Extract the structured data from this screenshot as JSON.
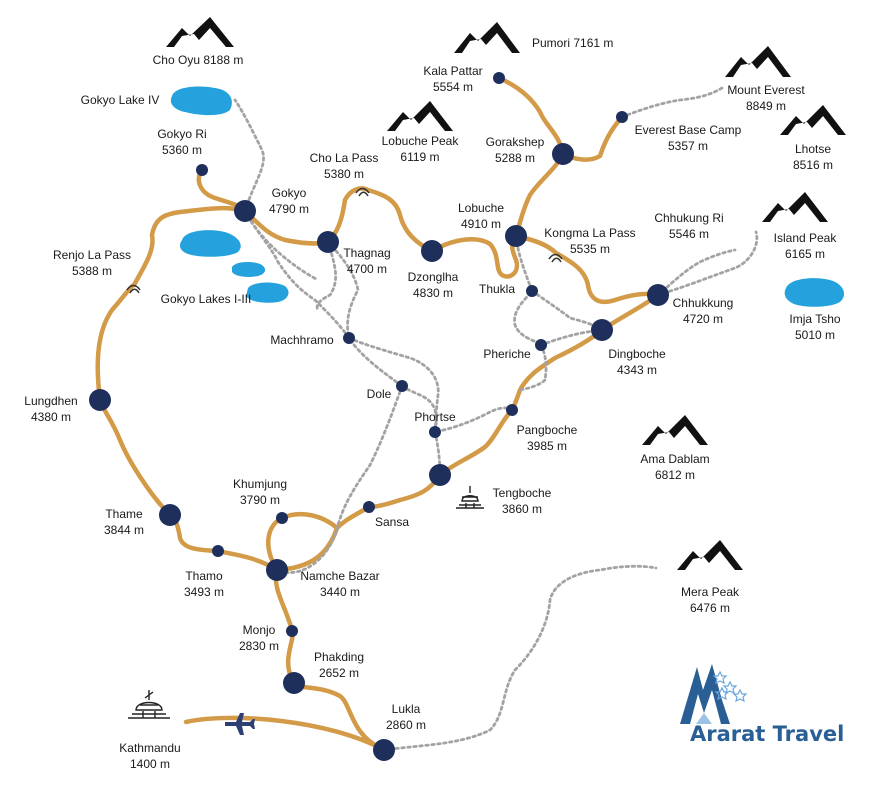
{
  "places": {
    "cho_oyu": {
      "name": "Cho Oyu 8188 m"
    },
    "pumori": {
      "name": "Pumori  7161 m"
    },
    "gokyo_lake_iv": {
      "name": "Gokyo Lake IV"
    },
    "kala_pattar": {
      "name": "Kala Pattar",
      "alt": "5554 m"
    },
    "mount_everest": {
      "name": "Mount Everest",
      "alt": "8849 m"
    },
    "lobuche_peak": {
      "name": "Lobuche Peak",
      "alt": "6119 m"
    },
    "everest_base_camp": {
      "name": "Everest Base Camp",
      "alt": "5357 m"
    },
    "gokyo_ri": {
      "name": "Gokyo Ri",
      "alt": "5360 m"
    },
    "gorakshep": {
      "name": "Gorakshep",
      "alt": "5288 m"
    },
    "lhotse": {
      "name": "Lhotse",
      "alt": "8516 m"
    },
    "cho_la_pass": {
      "name": "Cho La Pass",
      "alt": "5380 m"
    },
    "gokyo": {
      "name": "Gokyo",
      "alt": "4790 m"
    },
    "lobuche": {
      "name": "Lobuche",
      "alt": "4910 m"
    },
    "chhukung_ri": {
      "name": "Chhukung Ri",
      "alt": "5546 m"
    },
    "kongma_la_pass": {
      "name": "Kongma La Pass",
      "alt": "5535 m"
    },
    "island_peak": {
      "name": "Island Peak",
      "alt": "6165 m"
    },
    "renjo_la_pass": {
      "name": "Renjo La Pass",
      "alt": "5388 m"
    },
    "thagnag": {
      "name": "Thagnag",
      "alt": "4700 m"
    },
    "dzonglha": {
      "name": "Dzonglha",
      "alt": "4830 m"
    },
    "thukla": {
      "name": "Thukla"
    },
    "gokyo_lakes": {
      "name": "Gokyo Lakes I-III"
    },
    "chhukkung": {
      "name": "Chhukkung",
      "alt": "4720 m"
    },
    "imja_tsho": {
      "name": "Imja Tsho",
      "alt": "5010 m"
    },
    "machhramo": {
      "name": "Machhramo"
    },
    "pheriche": {
      "name": "Pheriche"
    },
    "dingboche": {
      "name": "Dingboche",
      "alt": "4343 m"
    },
    "lungdhen": {
      "name": "Lungdhen",
      "alt": "4380 m"
    },
    "dole": {
      "name": "Dole"
    },
    "phortse": {
      "name": "Phortse"
    },
    "pangboche": {
      "name": "Pangboche",
      "alt": "3985 m"
    },
    "ama_dablam": {
      "name": "Ama Dablam",
      "alt": "6812 m"
    },
    "khumjung": {
      "name": "Khumjung",
      "alt": "3790 m"
    },
    "tengboche": {
      "name": "Tengboche",
      "alt": "3860 m"
    },
    "thame": {
      "name": "Thame",
      "alt": "3844 m"
    },
    "sansa": {
      "name": "Sansa"
    },
    "thamo": {
      "name": "Thamo",
      "alt": "3493 m"
    },
    "namche_bazar": {
      "name": "Namche Bazar",
      "alt": "3440 m"
    },
    "mera_peak": {
      "name": "Mera Peak",
      "alt": "6476 m"
    },
    "monjo": {
      "name": "Monjo",
      "alt": "2830 m"
    },
    "phakding": {
      "name": "Phakding",
      "alt": "2652 m"
    },
    "lukla": {
      "name": "Lukla",
      "alt": "2860 m"
    },
    "kathmandu": {
      "name": "Kathmandu",
      "alt": "1400 m"
    }
  },
  "brand": {
    "name": "Ararat Travel"
  },
  "icons": {
    "peak": "mountain-icon",
    "pass": "pass-icon",
    "lake": "lake-icon",
    "monastery": "stupa-icon",
    "flight": "airplane-icon",
    "village": "village-dot-icon"
  },
  "colors": {
    "main_trail": "#d39a47",
    "alt_trail": "#a3a3a3",
    "node": "#1f2f5c",
    "lake": "#25a2dd",
    "peak": "#111111",
    "brand": "#2a5f96"
  }
}
